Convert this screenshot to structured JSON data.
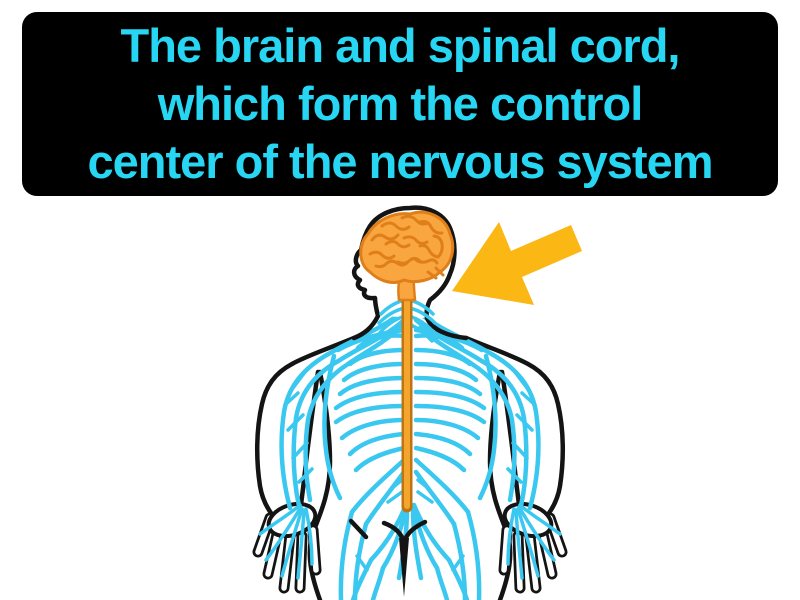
{
  "header": {
    "lines": [
      "The brain and spinal cord,",
      "which form the control",
      "center of the nervous system"
    ]
  },
  "illustration": {
    "subject": "human body outline with brain, spinal cord and peripheral nerves",
    "icons": {
      "arrow": "thick-arrow-pointing-down-left-at-brain-and-spinal-cord"
    }
  },
  "colors": {
    "background": "#ffffff",
    "header_bg": "#000000",
    "header_text": "#26d6f3",
    "outline": "#141414",
    "nerve": "#3bc8f0",
    "brain_fill": "#f9a640",
    "brain_stroke": "#df7f19",
    "spine_light": "#f3a52e",
    "spine_dark": "#bf7311",
    "arrow": "#fbb713",
    "hand_fill": "#ffffff"
  }
}
